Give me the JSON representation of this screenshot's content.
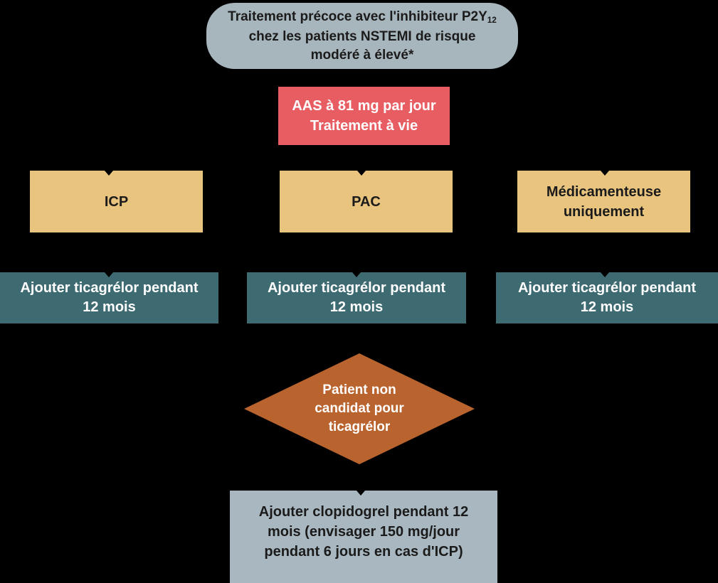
{
  "colors": {
    "page_bg": "#000000",
    "bubble_bg": "#a7b5bc",
    "aspirin_bg": "#e85d62",
    "branch_bg": "#e8c47e",
    "ticagrelor_bg": "#3e6a72",
    "diamond_bg": "#b9632e",
    "clopidogrel_bg": "#a9b8c0",
    "connector": "#000000"
  },
  "nodes": {
    "title": {
      "line1_text": "Traitement précoce avec l'inhibiteur P2Y",
      "line1_subscript": "12",
      "line2": "chez les patients NSTEMI de risque",
      "line3": "modéré à élevé*"
    },
    "aspirin": {
      "lines": [
        "AAS à 81 mg par jour",
        "Traitement à vie"
      ]
    },
    "branches": [
      {
        "id": "icp",
        "label_lines": [
          "ICP"
        ]
      },
      {
        "id": "pac",
        "label_lines": [
          "PAC"
        ]
      },
      {
        "id": "med",
        "label_lines": [
          "Médicamenteuse",
          "uniquement"
        ]
      }
    ],
    "ticagrelor": {
      "lines": [
        "Ajouter ticagrélor pendant",
        "12 mois"
      ]
    },
    "decision": {
      "lines": [
        "Patient non",
        "candidat pour",
        "ticagrélor"
      ]
    },
    "clopidogrel": {
      "lines": [
        "Ajouter clopidogrel pendant 12",
        "mois (envisager 150 mg/jour",
        "pendant 6 jours en cas d'ICP)"
      ]
    }
  }
}
